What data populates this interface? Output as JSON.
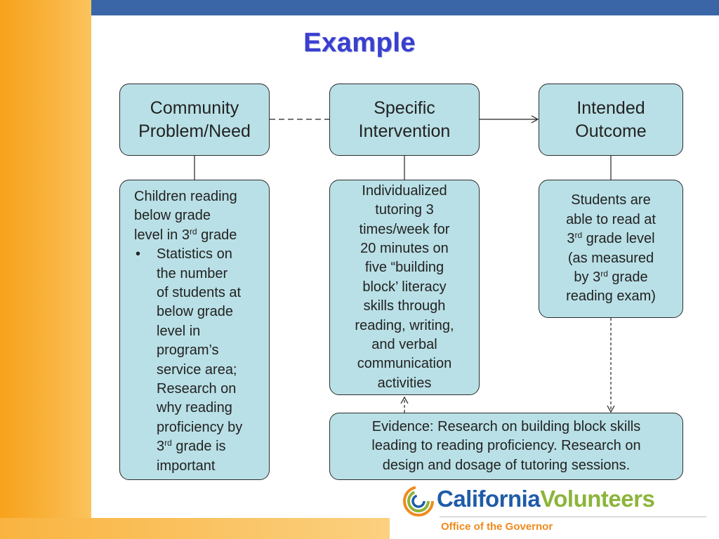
{
  "title": "Example",
  "headers": [
    {
      "lines": [
        "Community",
        "Problem/Need"
      ]
    },
    {
      "lines": [
        "Specific",
        "Intervention"
      ]
    },
    {
      "lines": [
        "Intended",
        "Outcome"
      ]
    }
  ],
  "problem_detail": {
    "line1": "Children reading",
    "line2": "below grade",
    "line3_pre": "level in 3",
    "line3_sup": "rd",
    "line3_post": " grade",
    "bullet": "•",
    "b1": "Statistics on",
    "b2": "the number",
    "b3": "of students at",
    "b4": "below grade",
    "b5": "level in",
    "b6": "program’s",
    "b7": "service area;",
    "b8": "Research on",
    "b9": "why reading",
    "b10": "proficiency by",
    "b11_pre": "3",
    "b11_sup": "rd",
    "b11_post": " grade is",
    "b12": "important"
  },
  "intervention_detail": {
    "lines": [
      "Individualized",
      "tutoring 3",
      "times/week for",
      "20 minutes on",
      "five “building",
      "block’ literacy",
      "skills through",
      "reading, writing,",
      "and verbal",
      "communication",
      "activities"
    ]
  },
  "outcome_detail": {
    "l1": "Students are",
    "l2": "able to read at",
    "l3_pre": "3",
    "l3_sup": "rd",
    "l3_post": " grade level",
    "l4": "(as measured",
    "l5_pre": "by 3",
    "l5_sup": "rd",
    "l5_post": " grade",
    "l6": "reading exam)"
  },
  "evidence": {
    "lines": [
      "Evidence: Research on building block skills",
      "leading to reading proficiency. Research on",
      "design and dosage of tutoring sessions."
    ]
  },
  "logo": {
    "word1": "California",
    "word2": "Volunteers",
    "subtitle": "Office of the Governor"
  },
  "colors": {
    "box_fill": "#b9e0e6",
    "title": "#3a3fd0",
    "top_bar": "#3a66a7",
    "orange_band": "#f7a21b"
  }
}
